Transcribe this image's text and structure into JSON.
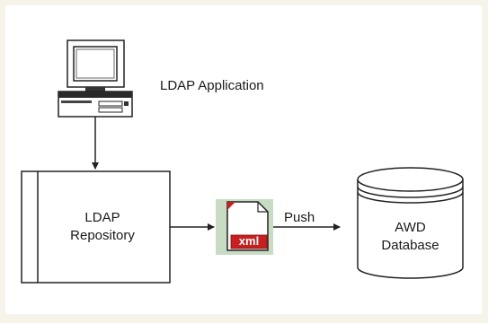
{
  "diagram": {
    "app_label": "LDAP Application",
    "repository_label_line1": "LDAP",
    "repository_label_line2": "Repository",
    "xml_label": "xml",
    "push_label": "Push",
    "database_label_line1": "AWD",
    "database_label_line2": "Database"
  },
  "colors": {
    "page_background": "#f6f3ea",
    "panel_background": "#ffffff",
    "stroke": "#222222",
    "xml_tag": "#c81f1f",
    "xml_icon_backdrop": "#c8dcc4"
  },
  "icons": [
    "computer-icon",
    "xml-file-icon",
    "database-icon"
  ]
}
